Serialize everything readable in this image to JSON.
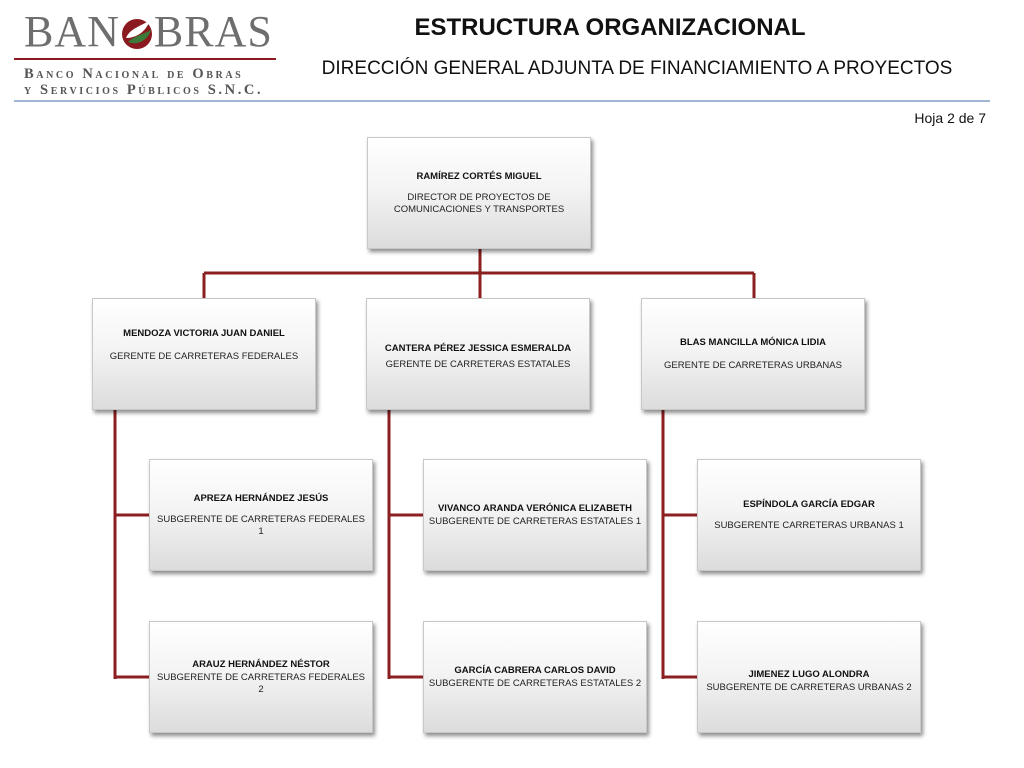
{
  "logo": {
    "wordmark_left": "BAN",
    "wordmark_right": "BRAS",
    "line1": "Banco Nacional de Obras",
    "line2": "y Servicios Públicos S.N.C.",
    "colors": {
      "text": "#6e6e6e",
      "red": "#8a1a1f",
      "green": "#3c7a3a"
    }
  },
  "header": {
    "title": "ESTRUCTURA ORGANIZACIONAL",
    "subtitle": "DIRECCIÓN GENERAL ADJUNTA DE FINANCIAMIENTO A PROYECTOS",
    "sheet": "Hoja 2 de 7"
  },
  "org": {
    "director": {
      "name": "RAMÍREZ CORTÉS MIGUEL",
      "role": "DIRECTOR DE PROYECTOS DE COMUNICACIONES Y TRANSPORTES"
    },
    "managers": [
      {
        "name": "MENDOZA VICTORIA JUAN DANIEL",
        "role": "GERENTE DE CARRETERAS FEDERALES",
        "subs": [
          {
            "name": "APREZA HERNÁNDEZ JESÚS",
            "role": "SUBGERENTE DE CARRETERAS FEDERALES 1"
          },
          {
            "name": "ARAUZ HERNÁNDEZ NÉSTOR",
            "role": "SUBGERENTE DE CARRETERAS FEDERALES 2"
          }
        ]
      },
      {
        "name": "CANTERA PÉREZ JESSICA ESMERALDA",
        "role": "GERENTE DE CARRETERAS ESTATALES",
        "subs": [
          {
            "name": "VIVANCO ARANDA VERÓNICA ELIZABETH",
            "role": "SUBGERENTE DE CARRETERAS ESTATALES 1"
          },
          {
            "name": "GARCÍA CABRERA CARLOS DAVID",
            "role": "SUBGERENTE DE CARRETERAS ESTATALES 2"
          }
        ]
      },
      {
        "name": "BLAS MANCILLA MÓNICA LIDIA",
        "role": "GERENTE DE CARRETERAS URBANAS",
        "subs": [
          {
            "name": "ESPÍNDOLA GARCÍA EDGAR",
            "role": "SUBGERENTE CARRETERAS URBANAS 1"
          },
          {
            "name": "JIMENEZ LUGO ALONDRA",
            "role": "SUBGERENTE DE CARRETERAS URBANAS 2"
          }
        ]
      }
    ],
    "connector_color": "#8b1f22"
  }
}
